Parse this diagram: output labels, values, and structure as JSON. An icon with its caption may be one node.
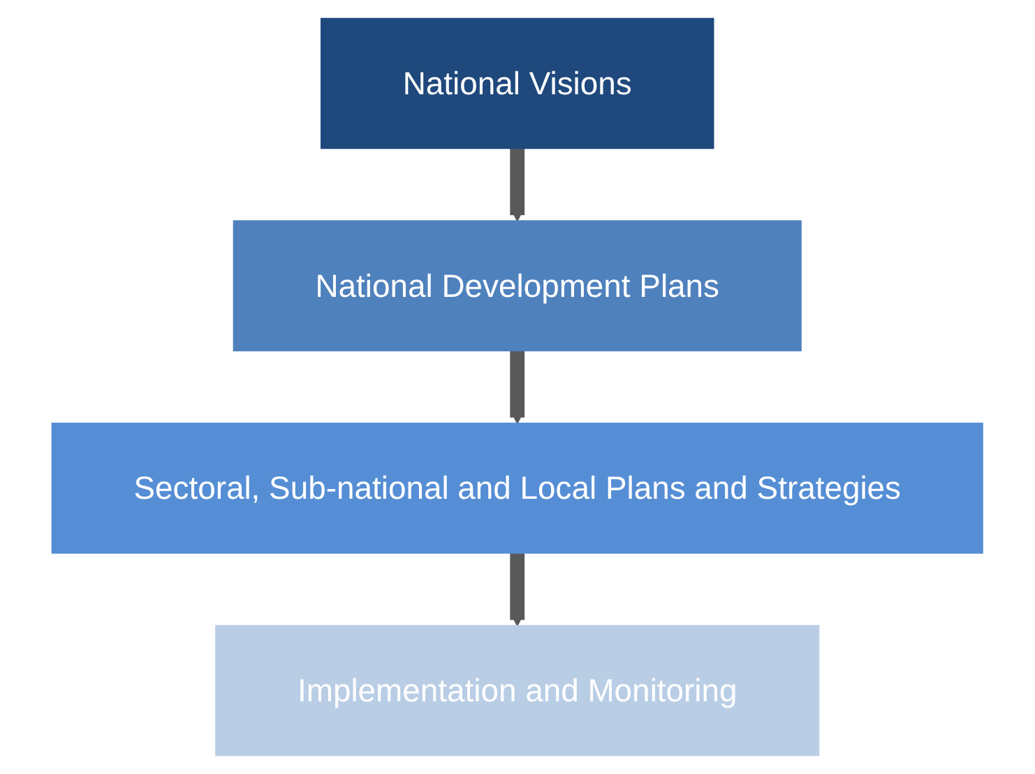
{
  "diagram": {
    "nodes": [
      {
        "text": [
          "National Visions"
        ]
      },
      {
        "text": [
          "National Development Plans"
        ]
      },
      {
        "text": [
          "Sectoral, Sub-national and Local Plans and Strategies"
        ]
      },
      {
        "text": [
          "Implementation and Monitoring"
        ]
      }
    ],
    "edges": [
      {
        "from": 0,
        "to": 1,
        "arrow": "to"
      },
      {
        "from": 1,
        "to": 2,
        "arrow": "to"
      },
      {
        "from": 2,
        "to": 3,
        "arrow": "to"
      }
    ]
  }
}
